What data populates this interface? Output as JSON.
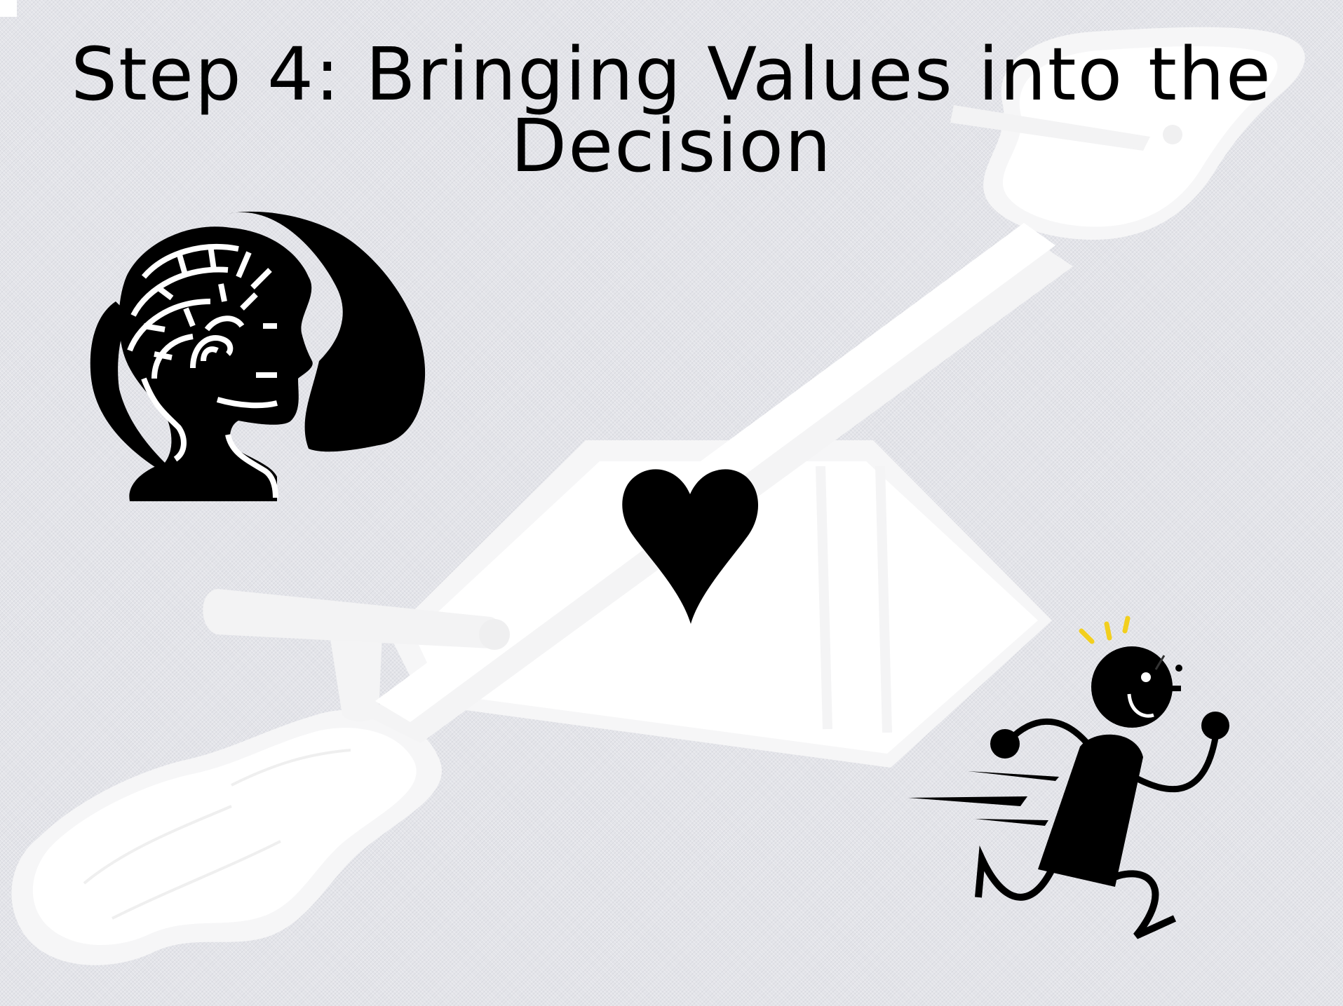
{
  "slide": {
    "title_line1": "Step 4:  Bringing Values into the",
    "title_line2": "Decision"
  },
  "icons": [
    "seesaw-clipart",
    "thinking-head-icon",
    "heart-icon",
    "running-figure-icon"
  ],
  "colors": {
    "background": "#e3e4e9",
    "seesaw": "#ffffff",
    "ink": "#000000",
    "spark": "#f2cf1e"
  }
}
